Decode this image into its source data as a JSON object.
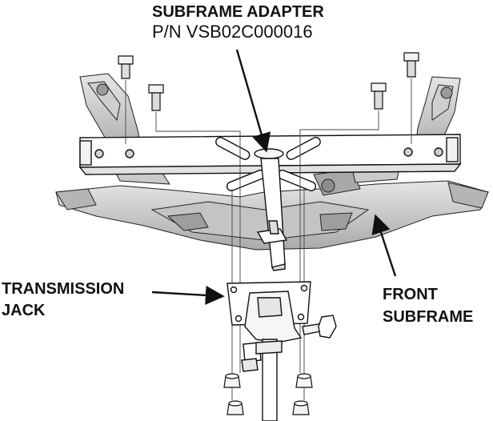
{
  "callouts": {
    "adapter_title": "SUBFRAME ADAPTER",
    "adapter_pn": "P/N VSB02C000016",
    "jack_line1": "TRANSMISSION",
    "jack_line2": "JACK",
    "subframe_line1": "FRONT",
    "subframe_line2": "SUBFRAME"
  },
  "colors": {
    "ink": "#111111",
    "metal_light": "#d9d9d9",
    "metal_mid": "#bdbdbd",
    "metal_dark": "#8a8a8a",
    "paper": "#ffffff"
  }
}
